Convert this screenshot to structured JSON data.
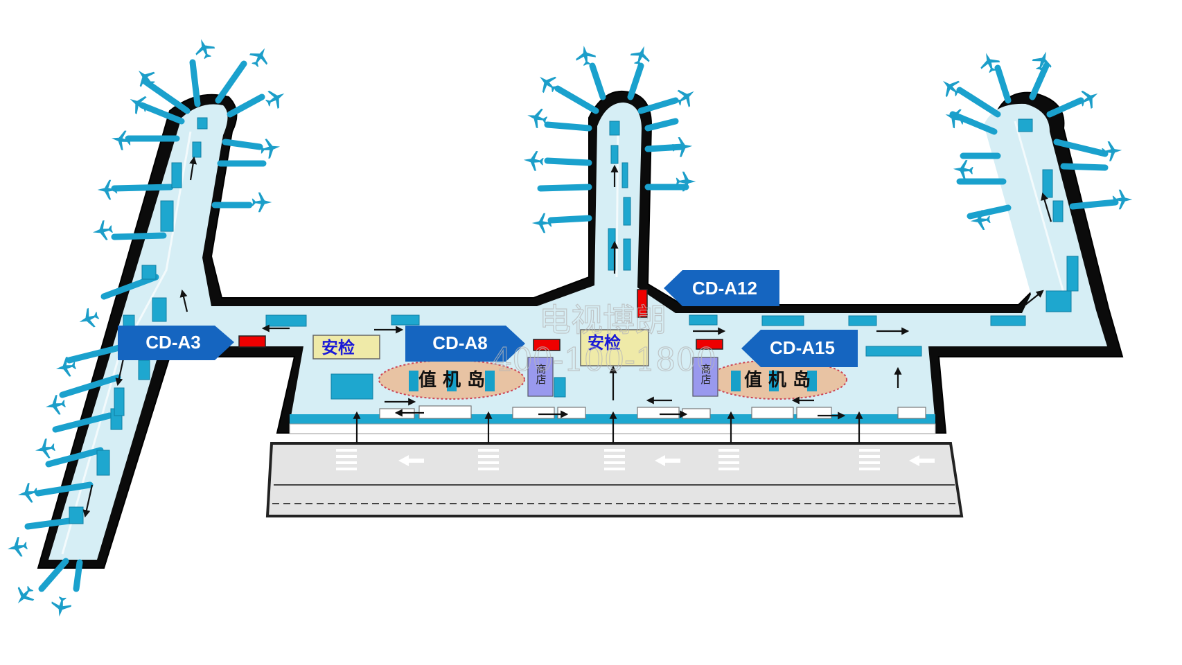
{
  "gate_tags": [
    {
      "id": "a3",
      "label": "CD-A3",
      "pointer": "right"
    },
    {
      "id": "a8",
      "label": "CD-A8",
      "pointer": "right"
    },
    {
      "id": "a12",
      "label": "CD-A12",
      "pointer": "left"
    },
    {
      "id": "a15",
      "label": "CD-A15",
      "pointer": "left"
    }
  ],
  "zones": {
    "security_left": "安检",
    "security_center": "安检",
    "checkin_left": "值 机 岛",
    "checkin_right": "值 机 岛",
    "shop_left": "商店",
    "shop_right": "商店"
  },
  "watermark": {
    "line1": "电视博朗",
    "line2": "400-100-1800"
  },
  "colors": {
    "tag_blue": "#1565c0",
    "floor": "#d4eef5",
    "wall": "#111111",
    "bridge": "#1ba3cf",
    "checkin_island": "#e8c3a3",
    "security_box": "#efeaa8",
    "shop_box": "#9999ee",
    "ad_red": "#ee0000",
    "road": "#e2e2e2"
  },
  "icons": [
    "airplane-icon",
    "arrow-icon"
  ]
}
